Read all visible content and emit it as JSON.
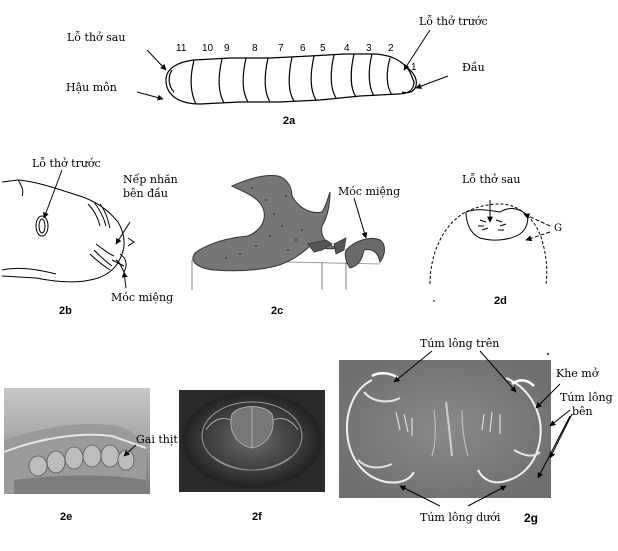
{
  "panel_2a": {
    "caption": "2a",
    "labels": {
      "lo_tho_sau": "Lỗ thở sau",
      "lo_tho_truoc": "Lỗ thở trước",
      "hau_mon": "Hậu môn",
      "dau": "Đầu"
    },
    "segments": [
      "11",
      "10",
      "9",
      "8",
      "7",
      "6",
      "5",
      "4",
      "3",
      "2",
      "1"
    ]
  },
  "panel_2b": {
    "caption": "2b",
    "labels": {
      "lo_tho_truoc": "Lỗ thở trước",
      "nep_nhan_line1": "Nếp nhăn",
      "nep_nhan_line2": "bên đầu",
      "moc_mieng": "Móc miệng"
    }
  },
  "panel_2c": {
    "caption": "2c",
    "labels": {
      "moc_mieng": "Móc miệng"
    }
  },
  "panel_2d": {
    "caption": "2d",
    "labels": {
      "lo_tho_sau": "Lỗ thở sau",
      "g": "G"
    }
  },
  "panel_2e": {
    "caption": "2e",
    "labels": {
      "gai_thit": "Gai thịt"
    }
  },
  "panel_2f": {
    "caption": "2f"
  },
  "panel_2g": {
    "caption": "2g",
    "labels": {
      "tum_long_tren": "Túm lông trên",
      "khe_mo": "Khe mở",
      "tum_long_ben_line1": "Túm lông",
      "tum_long_ben_line2": "bên",
      "tum_long_duoi": "Túm lông dưới"
    }
  }
}
